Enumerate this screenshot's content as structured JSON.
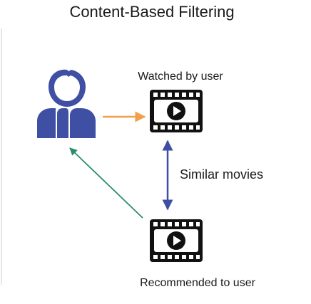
{
  "title": "Content-Based Filtering",
  "labels": {
    "watched": "Watched by user",
    "similar": "Similar movies",
    "recommended": "Recommended to user"
  },
  "icons": {
    "user": "user-icon",
    "film_watched": "film-strip-play-icon",
    "film_recommended": "film-strip-play-icon"
  },
  "colors": {
    "user_icon": "#3f4fa3",
    "watched_arrow": "#f0a04b",
    "similar_arrow": "#3f4fa3",
    "recommended_arrow": "#2e8b6e",
    "film": "#111111"
  }
}
